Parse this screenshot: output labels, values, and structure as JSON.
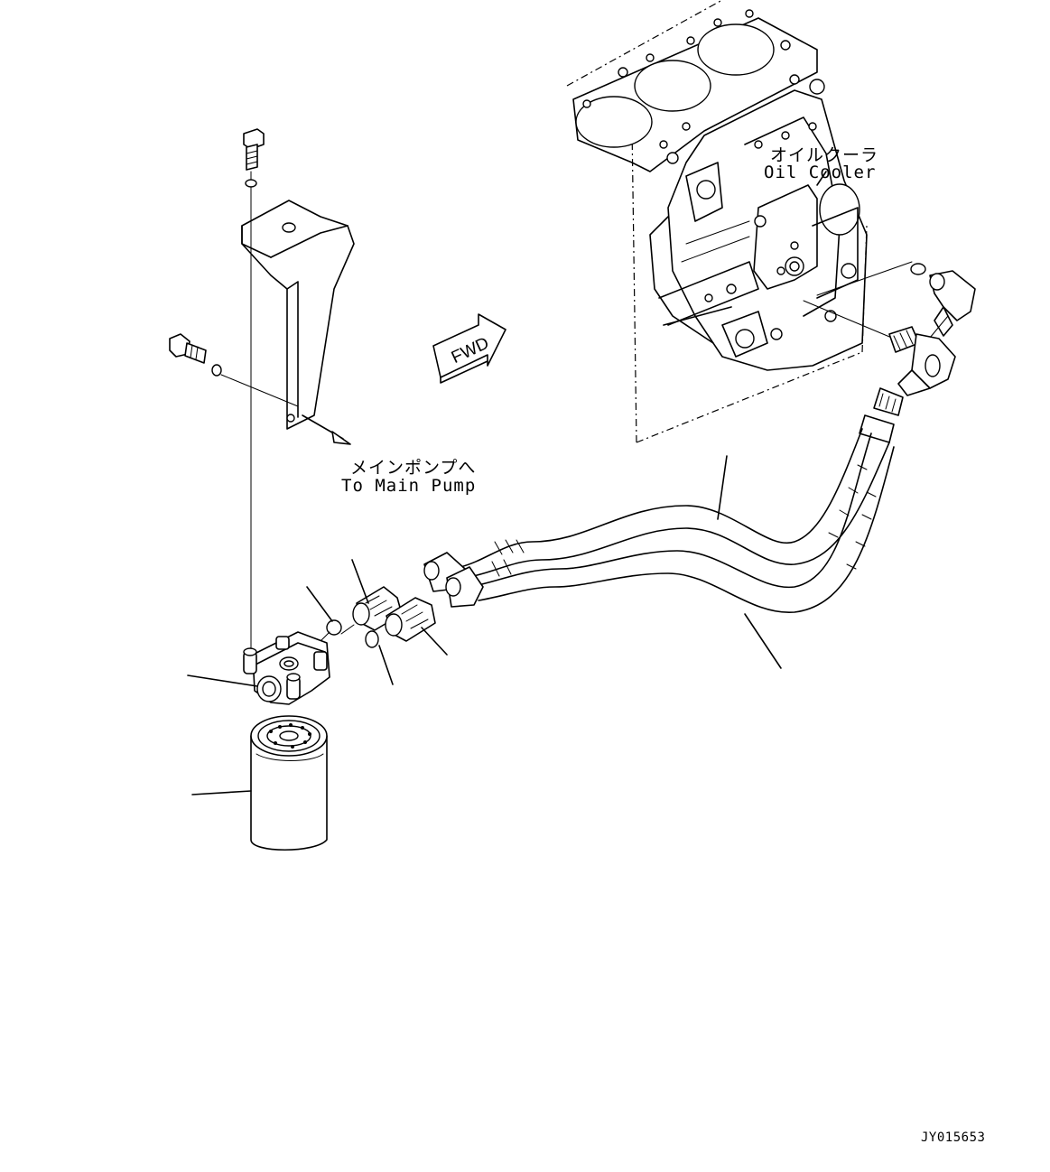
{
  "labels": {
    "oil_cooler_jp": "オイルクーラ",
    "oil_cooler_en": "Oil Cooler",
    "main_pump_jp": "メインポンプへ",
    "main_pump_en": "To Main Pump",
    "fwd": "FWD",
    "drawing_code": "JY015653"
  }
}
